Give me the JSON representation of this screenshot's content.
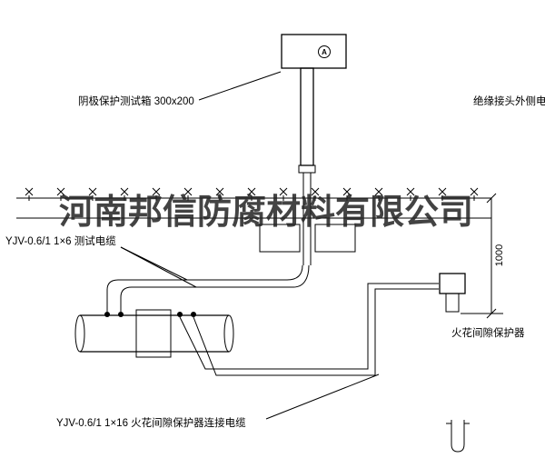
{
  "drawing": {
    "watermark": "河南邦信防腐材料有限公司",
    "annotations": {
      "test_box_label": "阴极保护测试箱 300x200",
      "insulated_joint_cable_label": "绝缘接头外侧电缆",
      "test_cable_label": "YJV-0.6/1 1×6  测试电缆",
      "spark_gap_label": "火花间隙保护器",
      "spark_gap_cable_label": "YJV-0.6/1 1×16  火花间隙保护器连接电缆",
      "depth_dimension": "1000",
      "meter_symbol": "A"
    },
    "colors": {
      "line": "#000000",
      "background": "#ffffff",
      "watermark": "#222222"
    }
  }
}
